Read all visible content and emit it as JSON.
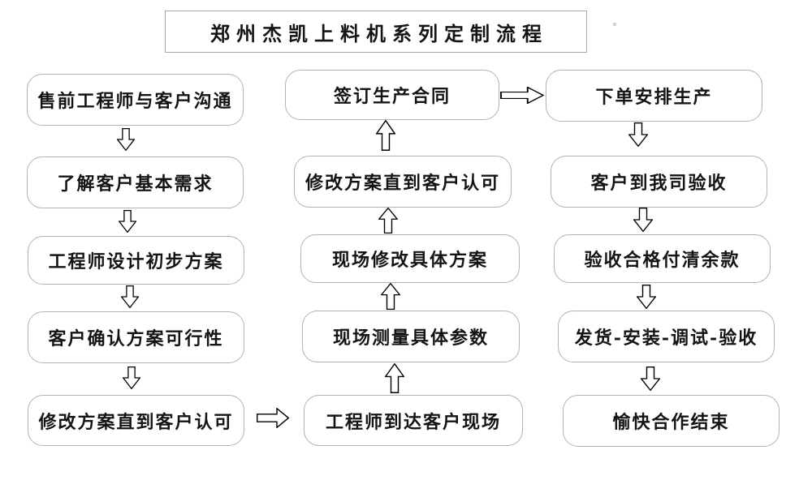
{
  "title": "郑州杰凯上料机系列定制流程",
  "flow": {
    "left_column": {
      "direction": "top-to-bottom",
      "steps": [
        "售前工程师与客户沟通",
        "了解客户基本需求",
        "工程师设计初步方案",
        "客户确认方案可行性",
        "修改方案直到客户认可"
      ]
    },
    "middle_column": {
      "direction": "bottom-to-top",
      "steps": [
        "签订生产合同",
        "修改方案直到客户认可",
        "现场修改具体方案",
        "现场测量具体参数",
        "工程师到达客户现场"
      ]
    },
    "right_column": {
      "direction": "top-to-bottom",
      "steps": [
        "下单安排生产",
        "客户到我司验收",
        "验收合格付清余款",
        "发货-安装-调试-验收",
        "愉快合作结束"
      ]
    },
    "connectors": {
      "bottom_left_to_middle": "right-arrow",
      "top_middle_to_right": "right-arrow"
    }
  },
  "colors": {
    "background": "#ffffff",
    "box_border": "#b3b3b3",
    "title_border": "#a8a8a8",
    "text": "#141414",
    "arrow_outline": "#000000",
    "arrow_fill": "#ffffff"
  }
}
